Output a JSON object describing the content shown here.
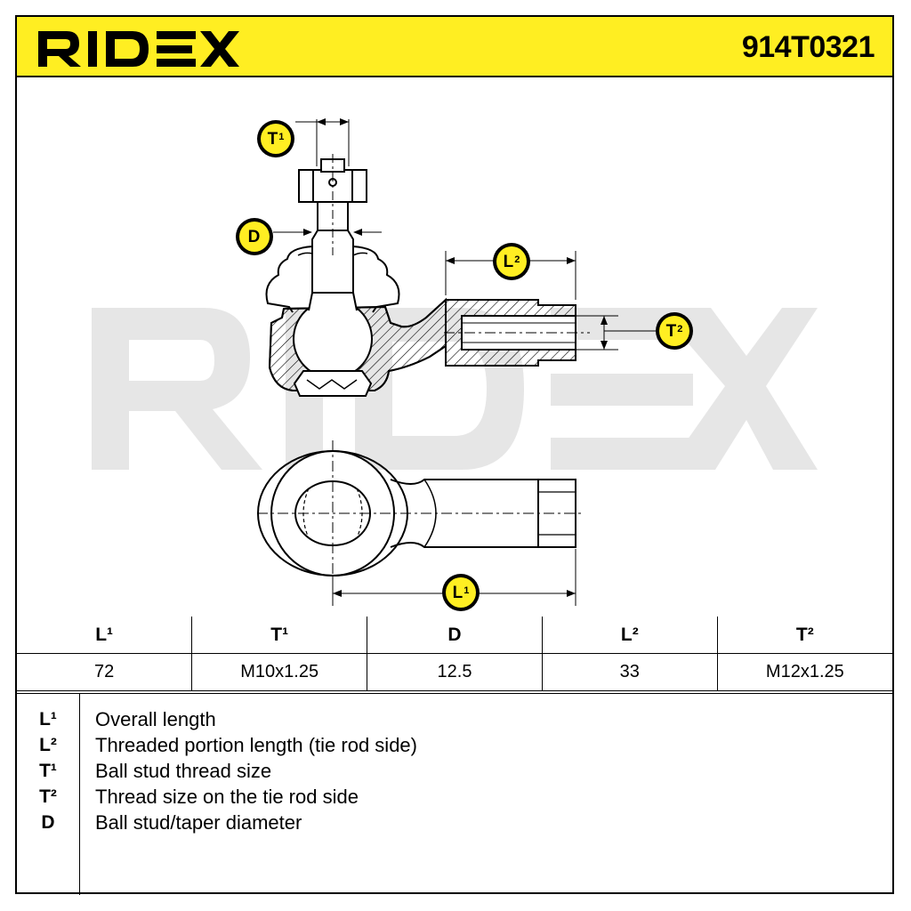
{
  "header": {
    "brand": "RIDEX",
    "part_number": "914T0321"
  },
  "drawing": {
    "watermark": "RIDEX",
    "labels": {
      "t1": {
        "main": "T",
        "sup": "1"
      },
      "d": {
        "main": "D",
        "sup": ""
      },
      "l2": {
        "main": "L",
        "sup": "2"
      },
      "t2": {
        "main": "T",
        "sup": "2"
      },
      "l1": {
        "main": "L",
        "sup": "1"
      }
    }
  },
  "spec_table": {
    "headers": [
      "L¹",
      "T¹",
      "D",
      "L²",
      "T²"
    ],
    "values": [
      "72",
      "M10x1.25",
      "12.5",
      "33",
      "M12x1.25"
    ]
  },
  "legend": [
    {
      "key": "L¹",
      "text": "Overall length"
    },
    {
      "key": "L²",
      "text": "Threaded portion length (tie rod side)"
    },
    {
      "key": "T¹",
      "text": "Ball stud thread size"
    },
    {
      "key": "T²",
      "text": "Thread size on the tie rod side"
    },
    {
      "key": "D",
      "text": "Ball stud/taper diameter"
    }
  ],
  "colors": {
    "accent": "#ffee22",
    "ink": "#000000",
    "watermark": "#e6e6e6"
  }
}
